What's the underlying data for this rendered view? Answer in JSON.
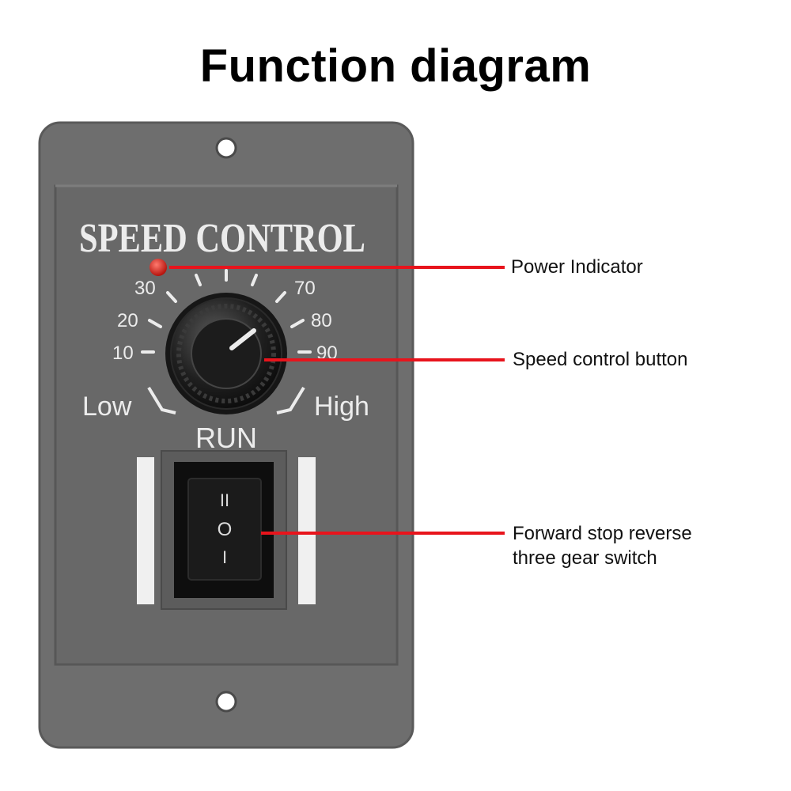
{
  "title": "Function diagram",
  "panel": {
    "heading": "SPEED CONTROL",
    "low_label": "Low",
    "high_label": "High",
    "run_label": "RUN",
    "dial_numbers": [
      "10",
      "20",
      "30",
      "70",
      "80",
      "90"
    ],
    "switch_symbols": [
      "II",
      "O",
      "I"
    ]
  },
  "callouts": {
    "power": "Power Indicator",
    "speed": "Speed control button",
    "switch_line1": "Forward stop reverse",
    "switch_line2": "three gear switch"
  },
  "colors": {
    "panel": "#6b6b6b",
    "leader": "#e8141c",
    "led": "#d81b14"
  }
}
